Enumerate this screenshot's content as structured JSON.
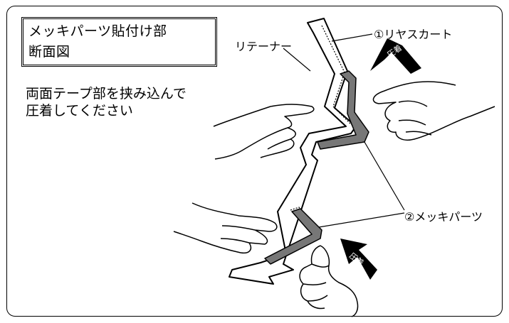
{
  "title": {
    "line1": "メッキパーツ貼付け部",
    "line2": "断面図"
  },
  "instruction": {
    "line1": "両面テープ部を挟み込んで",
    "line2": "圧着してください"
  },
  "labels": {
    "retainer": "リテーナー",
    "rear_skirt": "①リヤスカート",
    "plated_parts": "②メッキパーツ",
    "press_top": "圧着",
    "press_bottom": "圧着"
  },
  "colors": {
    "plated_part_fill": "#777777",
    "arrow_fill": "#000000",
    "line": "#000000"
  }
}
